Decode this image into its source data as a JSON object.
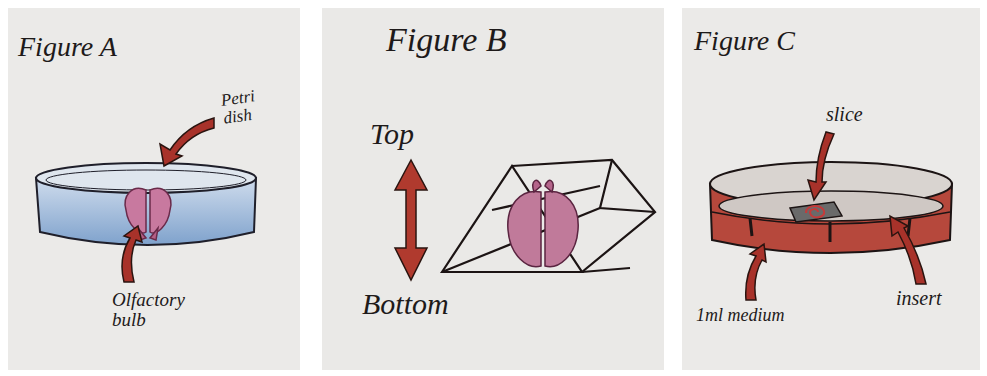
{
  "diagram": {
    "labels": [
      "Figure A",
      "Petri dish",
      "Olfactory bulb",
      "Figure B",
      "Top",
      "Bottom",
      "Figure C",
      "slice",
      "1ml medium",
      "insert"
    ]
  }
}
